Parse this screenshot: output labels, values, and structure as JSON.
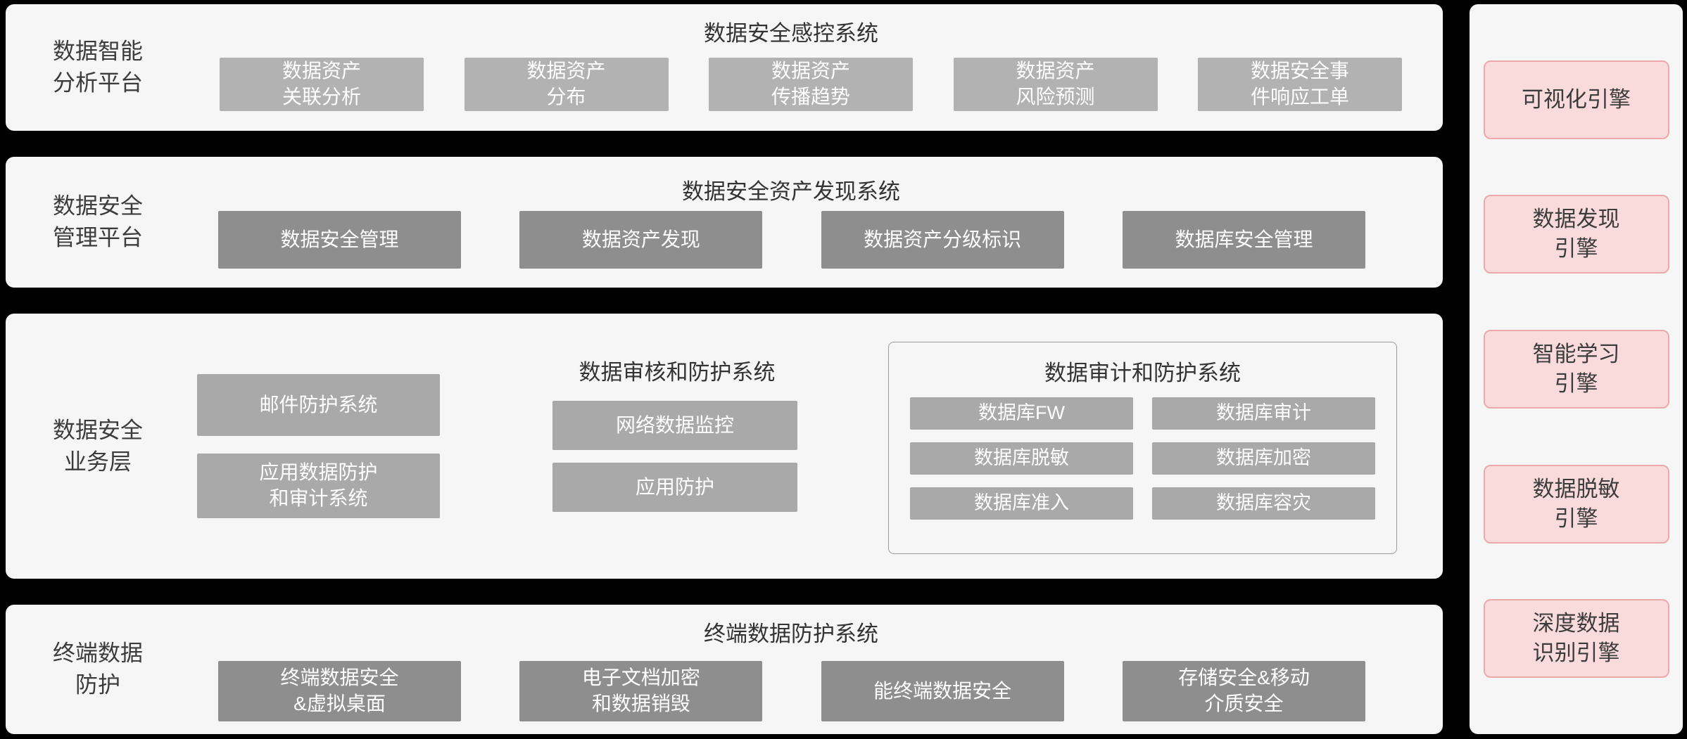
{
  "layers": {
    "analysis": {
      "label": "数据智能\n分析平台",
      "title": "数据安全感控系统",
      "buttons": [
        "数据资产\n关联分析",
        "数据资产\n分布",
        "数据资产\n传播趋势",
        "数据资产\n风险预测",
        "数据安全事\n件响应工单"
      ]
    },
    "management": {
      "label": "数据安全\n管理平台",
      "title": "数据安全资产发现系统",
      "buttons": [
        "数据安全管理",
        "数据资产发现",
        "数据资产分级标识",
        "数据库安全管理"
      ]
    },
    "business": {
      "label": "数据安全\n业务层",
      "left_buttons": [
        "邮件防护系统",
        "应用数据防护\n和审计系统"
      ],
      "review": {
        "title": "数据审核和防护系统",
        "buttons": [
          "网络数据监控",
          "应用防护"
        ]
      },
      "audit": {
        "title": "数据审计和防护系统",
        "buttons": [
          "数据库FW",
          "数据库审计",
          "数据库脱敏",
          "数据库加密",
          "数据库准入",
          "数据库容灾"
        ]
      }
    },
    "terminal": {
      "label": "终端数据\n防护",
      "title": "终端数据防护系统",
      "buttons": [
        "终端数据安全\n&虚拟桌面",
        "电子文档加密\n和数据销毁",
        "能终端数据安全",
        "存储安全&移动\n介质安全"
      ]
    }
  },
  "engines": {
    "items": [
      "可视化引擎",
      "数据发现\n引擎",
      "智能学习\n引擎",
      "数据脱敏\n引擎",
      "深度数据\n识别引擎"
    ]
  },
  "colors": {
    "background": "#000000",
    "panel": "#f6f6f6",
    "module_light": "#b2b2b2",
    "module_dark": "#8e8e8e",
    "engine_background": "#fadbdb",
    "engine_border": "#eda9a9"
  }
}
